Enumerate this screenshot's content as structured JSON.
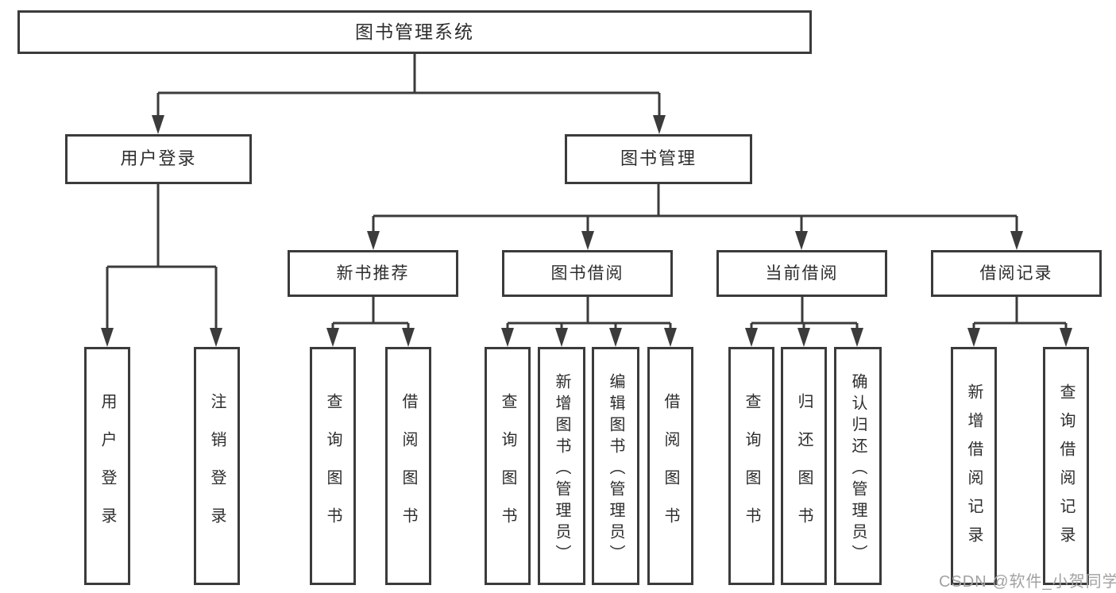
{
  "diagram": {
    "root": "图书管理系统",
    "branches": [
      {
        "label": "用户登录",
        "children": [
          "用户登录",
          "注销登录"
        ]
      },
      {
        "label": "图书管理",
        "groups": [
          {
            "label": "新书推荐",
            "children": [
              "查询图书",
              "借阅图书"
            ]
          },
          {
            "label": "图书借阅",
            "children": [
              "查询图书",
              "新增图书（管理员）",
              "编辑图书（管理员）",
              "借阅图书"
            ]
          },
          {
            "label": "当前借阅",
            "children": [
              "查询图书",
              "归还图书",
              "确认归还（管理员）"
            ]
          },
          {
            "label": "借阅记录",
            "children": [
              "新增借阅记录",
              "查询借阅记录"
            ]
          }
        ]
      }
    ]
  },
  "watermark": {
    "text": "CSDN @软件_小贺同学"
  },
  "colors": {
    "line": "#3b3b3b",
    "node_border": "#3b3b3b",
    "node_text": "#2d2d2d",
    "watermark": "#a2a2a2",
    "background": "#ffffff"
  }
}
